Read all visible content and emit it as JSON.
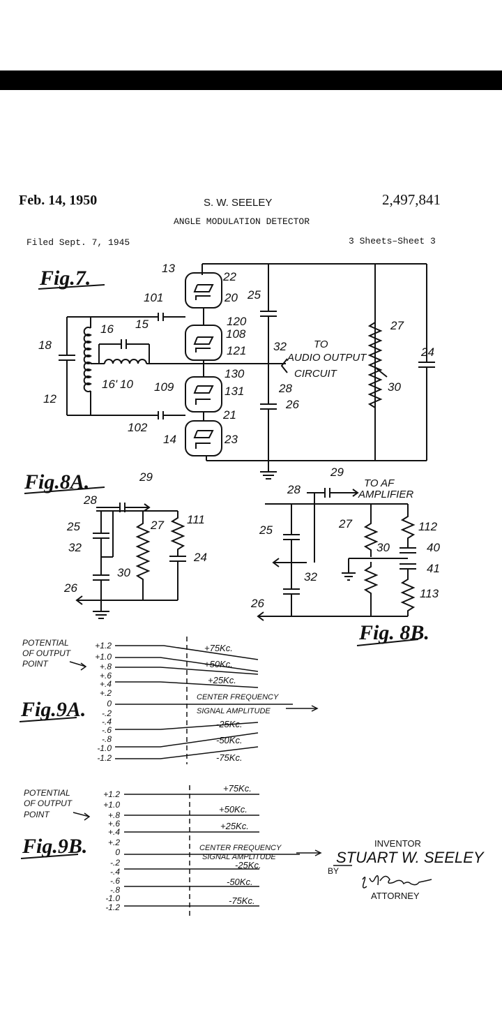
{
  "header": {
    "date": "Feb. 14, 1950",
    "inventor_short": "S. W. SEELEY",
    "patent_number": "2,497,841",
    "title": "ANGLE MODULATION DETECTOR",
    "filed": "Filed Sept. 7, 1945",
    "sheets": "3 Sheets–Sheet 3"
  },
  "fig7": {
    "label": "Fig.7.",
    "refs": [
      "13",
      "22",
      "20",
      "101",
      "25",
      "120",
      "108",
      "121",
      "16",
      "15",
      "18",
      "32",
      "130",
      "109",
      "131",
      "21",
      "102",
      "14",
      "23",
      "10",
      "16'",
      "12",
      "28",
      "26",
      "27",
      "24",
      "30"
    ],
    "output_text": [
      "TO",
      "AUDIO OUTPUT",
      "CIRCUIT"
    ]
  },
  "fig8a": {
    "label": "Fig.8A.",
    "refs": [
      "29",
      "28",
      "25",
      "27",
      "111",
      "32",
      "30",
      "24",
      "26"
    ]
  },
  "fig8b": {
    "label": "Fig. 8B.",
    "output_text": [
      "TO AF",
      "AMPLIFIER"
    ],
    "refs": [
      "29",
      "28",
      "27",
      "112",
      "25",
      "30",
      "40",
      "41",
      "32",
      "26",
      "113"
    ]
  },
  "fig9a": {
    "label": "Fig.9A.",
    "axis_title": [
      "POTENTIAL",
      "OF OUTPUT",
      "POINT"
    ],
    "ticks": [
      "+1.2",
      "+1.0",
      "+.8",
      "+.6",
      "+.4",
      "+.2",
      "0",
      "-.2",
      "-.4",
      "-.6",
      "-.8",
      "-1.0",
      "-1.2"
    ],
    "curve_labels": [
      "+75Kc.",
      "+50Kc.",
      "+25Kc.",
      "CENTER FREQUENCY",
      "SIGNAL AMPLITUDE",
      "-25Kc.",
      "-50Kc.",
      "-75Kc."
    ]
  },
  "fig9b": {
    "label": "Fig.9B.",
    "axis_title": [
      "POTENTIAL",
      "OF OUTPUT",
      "POINT"
    ],
    "ticks": [
      "+1.2",
      "+1.0",
      "+.8",
      "+.6",
      "+.4",
      "+.2",
      "0",
      "-.2",
      "-.4",
      "-.6",
      "-.8",
      "-1.0",
      "-1.2"
    ],
    "curve_labels": [
      "+75Kc.",
      "+50Kc.",
      "+25Kc.",
      "CENTER FREQUENCY",
      "SIGNAL AMPLITUDE",
      "-25Kc.",
      "-50Kc.",
      "-75Kc."
    ]
  },
  "signature": {
    "inventor_label": "INVENTOR",
    "inventor_name": "STUART W. SEELEY",
    "by": "BY",
    "attorney_signature": "H. G. Grover",
    "attorney_label": "ATTORNEY"
  }
}
